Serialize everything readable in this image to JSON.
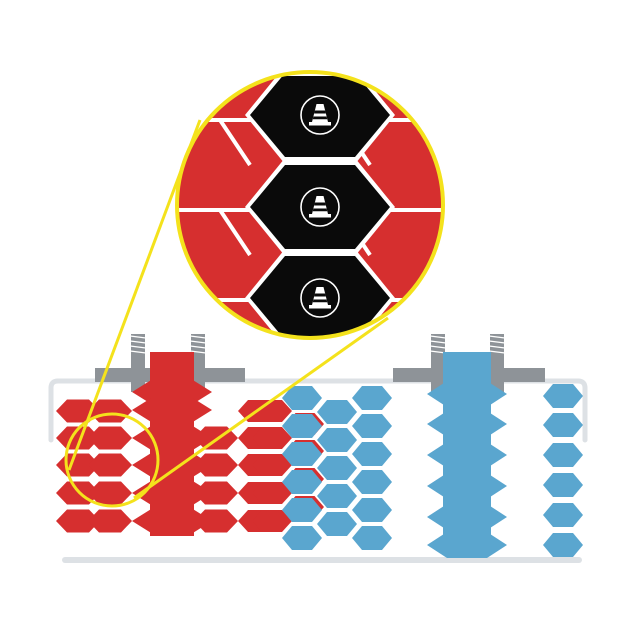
{
  "colors": {
    "red": "#d62f2f",
    "blue": "#5aa6cf",
    "black": "#0a0a0a",
    "gray": "#8e9398",
    "tray": "#dde1e5",
    "yellow": "#f4e21c",
    "white": "#ffffff"
  },
  "icons": {
    "callout_badge": "traffic-cone-icon",
    "mount_bracket": "threaded-bolt-icon"
  },
  "layout_groups": {
    "red_cells": "red-honeycomb-panel",
    "blue_cells": "blue-honeycomb-panel",
    "magnifier": "zoom-callout"
  }
}
